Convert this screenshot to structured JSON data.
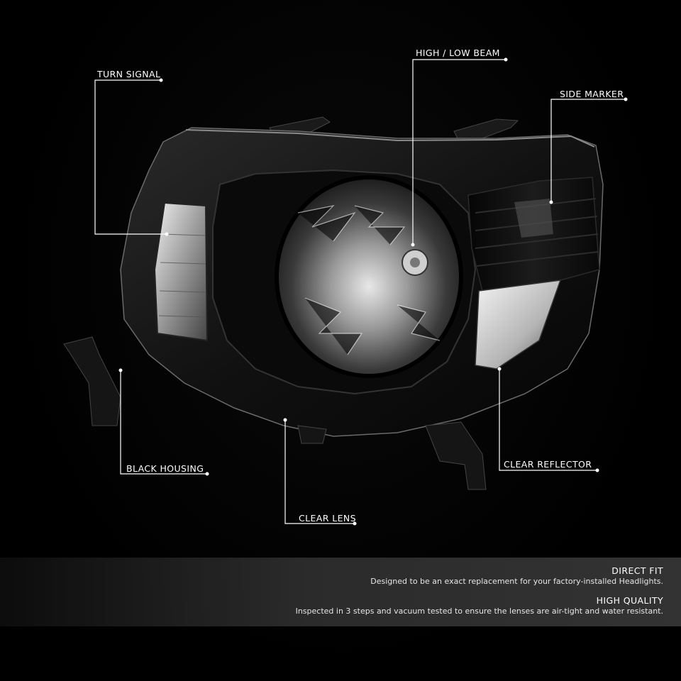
{
  "callouts": {
    "high_low_beam": "HIGH / LOW BEAM",
    "turn_signal": "TURN SIGNAL",
    "side_marker": "SIDE MARKER",
    "black_housing": "BLACK HOUSING",
    "clear_reflector": "CLEAR REFLECTOR",
    "clear_lens": "CLEAR LENS"
  },
  "features": [
    {
      "title": "DIRECT FIT",
      "description": "Designed to be an exact replacement for your factory-installed Headlights."
    },
    {
      "title": "HIGH QUALITY",
      "description": "Inspected in 3 steps and vacuum tested to ensure the lenses are air-tight and water resistant."
    }
  ],
  "colors": {
    "background": "#000000",
    "callout_line": "#ffffff",
    "panel": "#2e2e2e"
  }
}
